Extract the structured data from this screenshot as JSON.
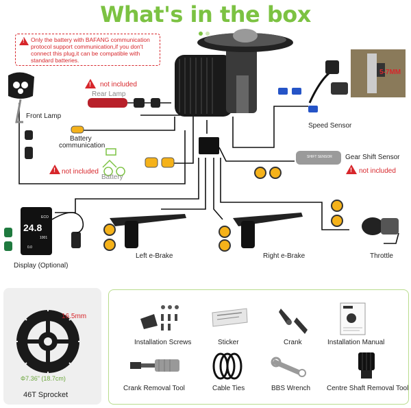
{
  "title": "What's in the box",
  "notice": {
    "text": "Only the battery with BAFANG communication protocol support communication,if you don't connect this plug,it can be compatible with standard batteries."
  },
  "labels": {
    "front_lamp": "Front Lamp",
    "rear_lamp": "Rear Lamp",
    "not_included_1": "not included",
    "battery_comm_1": "Battery",
    "battery_comm_2": "communication",
    "not_included_2": "not included",
    "battery": "Battery",
    "speed_sensor": "Speed Sensor",
    "size_marker": "5-7MM",
    "gear_shift_sensor": "Gear Shift Sensor",
    "not_included_3": "not included",
    "display": "Display (Optional)",
    "left_brake": "Left e-Brake",
    "right_brake": "Right e-Brake",
    "throttle": "Throttle",
    "gear_sensor_text": "SHIFT SENSOR",
    "display_value": "24.8",
    "display_eco": "ECO",
    "display_odo": "1001",
    "display_sub": "0.0"
  },
  "sprocket": {
    "size_label": "16.5mm",
    "diameter_label": "Φ7.36\" (18.7cm)",
    "name": "46T Sprocket"
  },
  "accessories": {
    "items": [
      {
        "label": "Installation Screws"
      },
      {
        "label": "Sticker"
      },
      {
        "label": "Crank"
      },
      {
        "label": "Installation Manual"
      },
      {
        "label": "Crank Removal Tool"
      },
      {
        "label": "Cable Ties"
      },
      {
        "label": "BBS Wrench"
      },
      {
        "label": "Centre Shaft Removal Tool"
      }
    ]
  },
  "colors": {
    "title_green": "#7cc242",
    "warning_red": "#d7262b",
    "connector_yellow": "#f5b21a",
    "panel_border": "#b8dc8c"
  }
}
